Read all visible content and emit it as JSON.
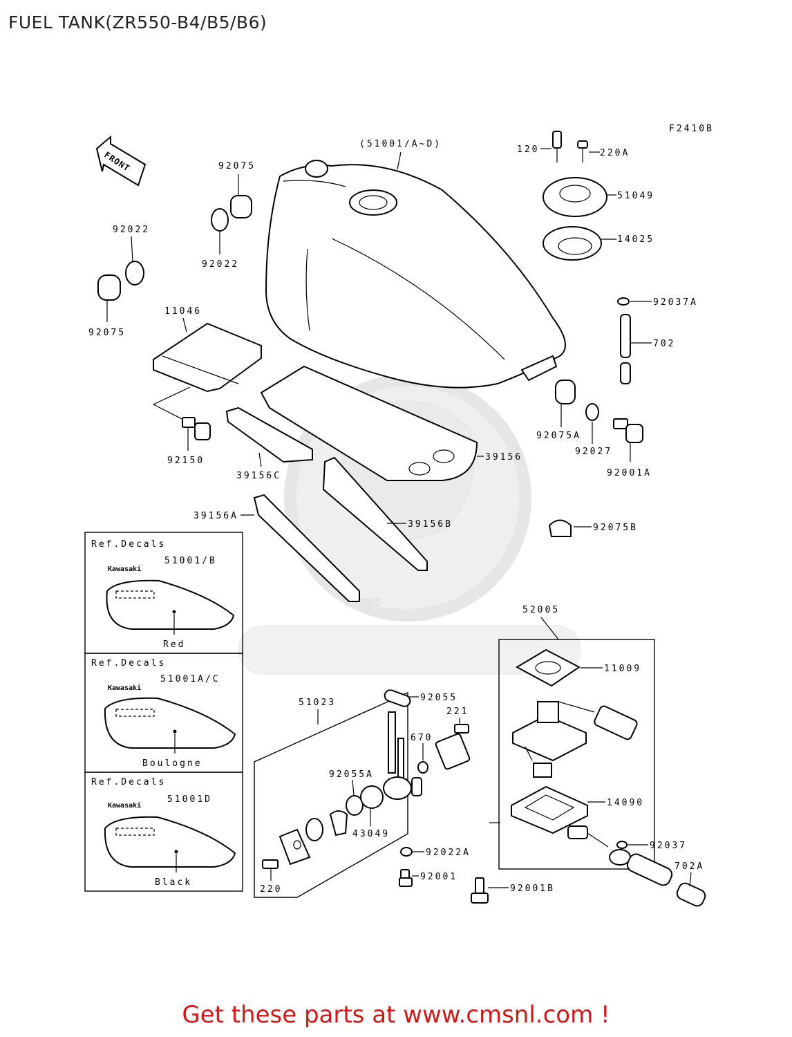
{
  "title": "FUEL TANK(ZR550-B4/B5/B6)",
  "figure_code": "F2410B",
  "front_label": "FRONT",
  "watermark": {
    "logo": "CMS",
    "url": "WWW.CMSNL.COM"
  },
  "part_labels": {
    "tank": "(51001/A~D)",
    "p120": "120",
    "p220a": "220A",
    "p51049": "51049",
    "p14025": "14025",
    "p92037a": "92037A",
    "p702": "702",
    "p92075_top": "92075",
    "p92022_mid": "92022",
    "p92022_left": "92022",
    "p92075_left": "92075",
    "p11046": "11046",
    "p92150": "92150",
    "p39156c": "39156C",
    "p39156": "39156",
    "p39156a": "39156A",
    "p39156b": "39156B",
    "p92075a": "92075A",
    "p92027": "92027",
    "p92001a": "92001A",
    "p92075b": "92075B",
    "p52005": "52005",
    "p11009": "11009",
    "p14090": "14090",
    "p92037": "92037",
    "p702a": "702A",
    "p92001b": "92001B",
    "p51023": "51023",
    "p92055": "92055",
    "p221": "221",
    "p670": "670",
    "p92055a": "92055A",
    "p43049": "43049",
    "p92022a": "92022A",
    "p92001": "92001",
    "p220": "220"
  },
  "decals": [
    {
      "heading": "Ref.Decals",
      "brand": "Kawasaki",
      "part": "51001/B",
      "color": "Red"
    },
    {
      "heading": "Ref.Decals",
      "brand": "Kawasaki",
      "part": "51001A/C",
      "color": "Boulogne"
    },
    {
      "heading": "Ref.Decals",
      "brand": "Kawasaki",
      "part": "51001D",
      "color": "Black"
    }
  ],
  "promo": "Get these parts at www.cmsnl.com !",
  "colors": {
    "promo": "#d01818",
    "line": "#000000",
    "watermark": "#e2e2e2"
  }
}
